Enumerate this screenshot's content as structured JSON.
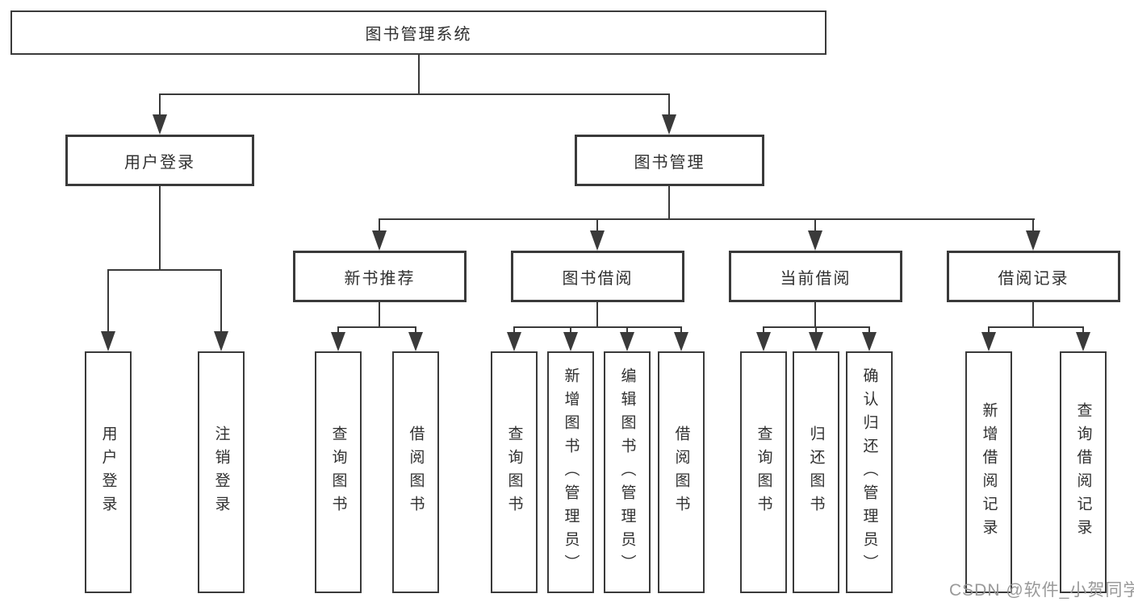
{
  "tree": {
    "label": "图书管理系统",
    "children": [
      {
        "label": "用户登录",
        "children": [
          {
            "label": "用户登录"
          },
          {
            "label": "注销登录"
          }
        ]
      },
      {
        "label": "图书管理",
        "children": [
          {
            "label": "新书推荐",
            "children": [
              {
                "label": "查询图书"
              },
              {
                "label": "借阅图书"
              }
            ]
          },
          {
            "label": "图书借阅",
            "children": [
              {
                "label": "查询图书"
              },
              {
                "label": "新增图书（管理员）"
              },
              {
                "label": "编辑图书（管理员）"
              },
              {
                "label": "借阅图书"
              }
            ]
          },
          {
            "label": "当前借阅",
            "children": [
              {
                "label": "查询图书"
              },
              {
                "label": "归还图书"
              },
              {
                "label": "确认归还（管理员）"
              }
            ]
          },
          {
            "label": "借阅记录",
            "children": [
              {
                "label": "新增借阅记录"
              },
              {
                "label": "查询借阅记录"
              }
            ]
          }
        ]
      }
    ]
  },
  "watermark": {
    "text": "CSDN @软件_小贺同学"
  },
  "colors": {
    "line": "#3a3a3a",
    "text": "#303030",
    "background": "#ffffff",
    "watermark": "#949494"
  }
}
